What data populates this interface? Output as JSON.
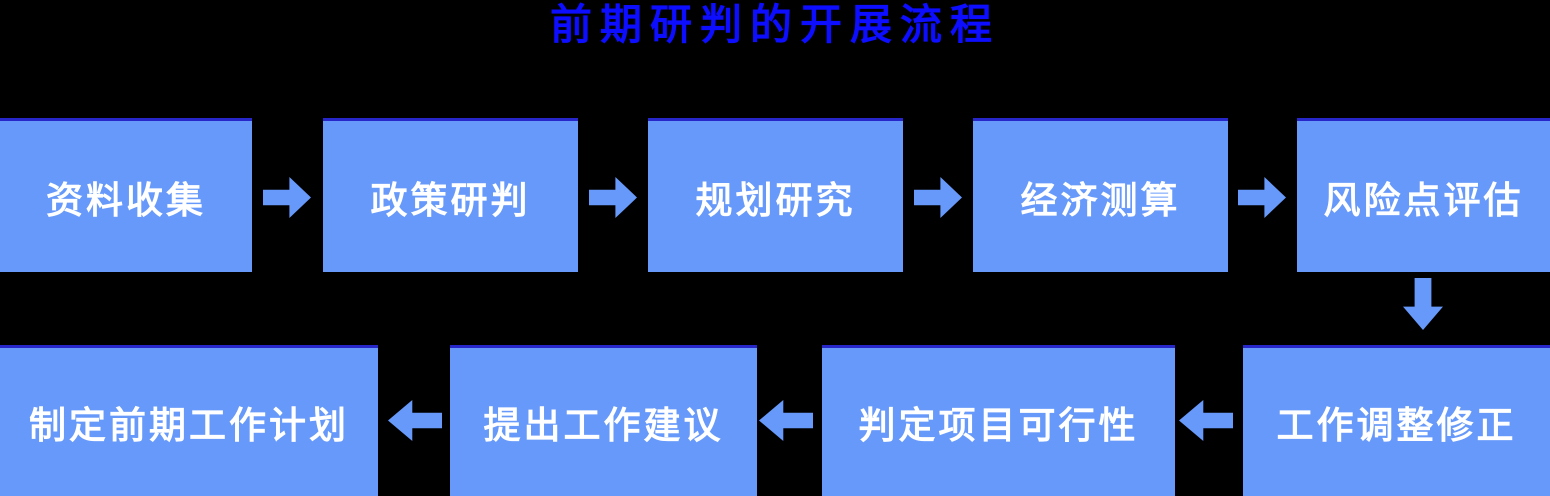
{
  "title": {
    "text": "前期研判的开展流程"
  },
  "colors": {
    "background": "#000000",
    "box_fill": "#6699fa",
    "box_top_edge": "#2626c9",
    "box_text": "#ffffff",
    "title_text": "#0d0dff",
    "arrow": "#6699fa"
  },
  "nodes": [
    {
      "id": "data-collection",
      "label": "资料收集",
      "row": "top"
    },
    {
      "id": "policy-analysis",
      "label": "政策研判",
      "row": "top"
    },
    {
      "id": "planning-research",
      "label": "规划研究",
      "row": "top"
    },
    {
      "id": "economic-calculation",
      "label": "经济测算",
      "row": "top"
    },
    {
      "id": "risk-assessment",
      "label": "风险点评估",
      "row": "top"
    },
    {
      "id": "work-adjustment",
      "label": "工作调整修正",
      "row": "bottom"
    },
    {
      "id": "feasibility-judgment",
      "label": "判定项目可行性",
      "row": "bottom"
    },
    {
      "id": "work-suggestion",
      "label": "提出工作建议",
      "row": "bottom"
    },
    {
      "id": "preliminary-work-plan",
      "label": "制定前期工作计划",
      "row": "bottom"
    }
  ],
  "arrows": [
    {
      "from": "资料收集",
      "to": "政策研判",
      "direction": "right"
    },
    {
      "from": "政策研判",
      "to": "规划研究",
      "direction": "right"
    },
    {
      "from": "规划研究",
      "to": "经济测算",
      "direction": "right"
    },
    {
      "from": "经济测算",
      "to": "风险点评估",
      "direction": "right"
    },
    {
      "from": "风险点评估",
      "to": "工作调整修正",
      "direction": "down"
    },
    {
      "from": "工作调整修正",
      "to": "判定项目可行性",
      "direction": "left"
    },
    {
      "from": "判定项目可行性",
      "to": "提出工作建议",
      "direction": "left"
    },
    {
      "from": "提出工作建议",
      "to": "制定前期工作计划",
      "direction": "left"
    }
  ]
}
